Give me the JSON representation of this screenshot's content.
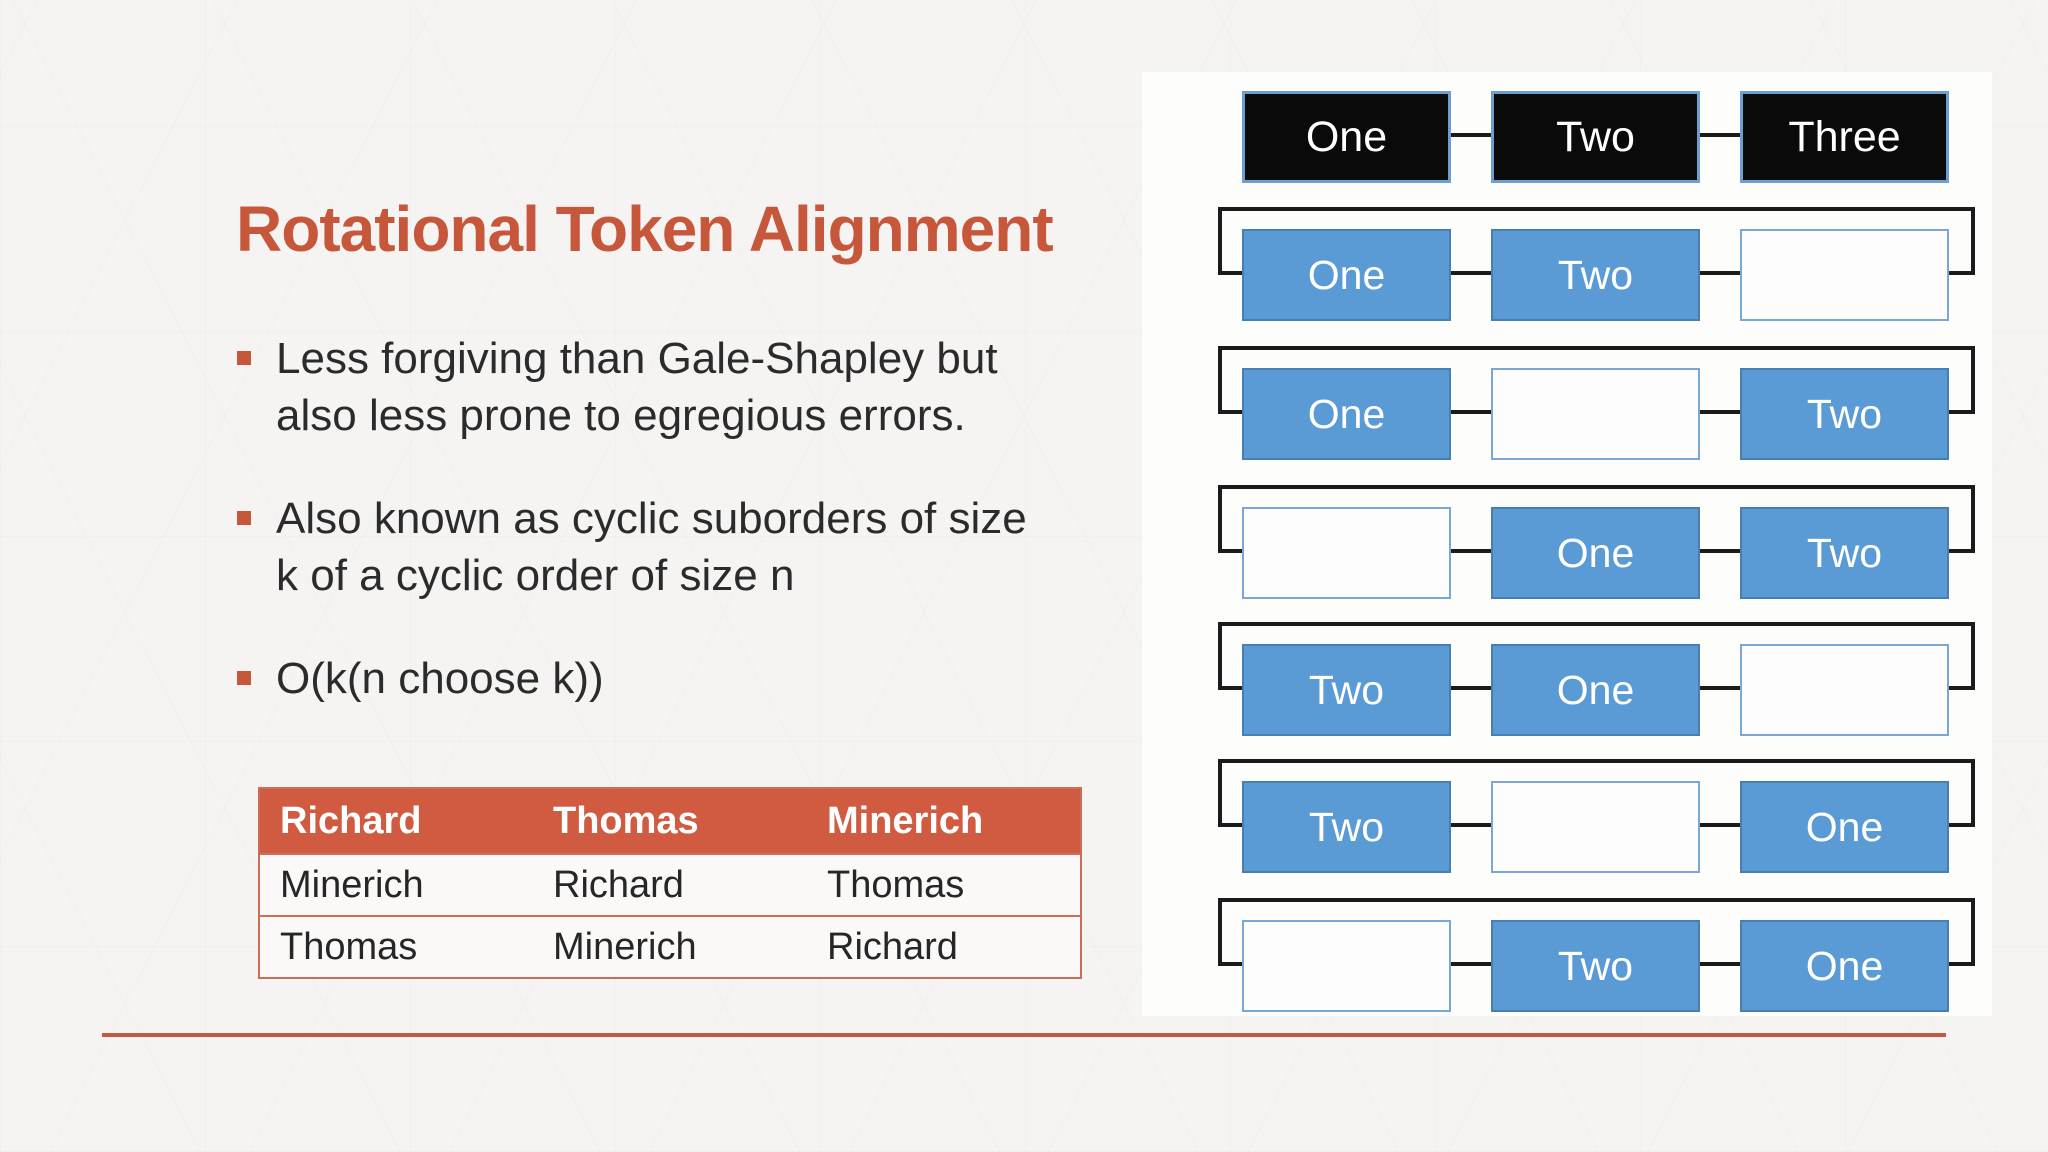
{
  "title": "Rotational Token Alignment",
  "bullets": [
    "Less forgiving than Gale-Shapley but also less prone to egregious errors.",
    "Also known as cyclic suborders of size k of a cyclic order of size n",
    "O(k(n choose k))"
  ],
  "table": {
    "headers": [
      "Richard",
      "Thomas",
      "Minerich"
    ],
    "rows": [
      [
        "Minerich",
        "Richard",
        "Thomas"
      ],
      [
        "Thomas",
        "Minerich",
        "Richard"
      ]
    ]
  },
  "diagram": {
    "rows": [
      {
        "type": "header",
        "wrap": false,
        "cells": [
          "One",
          "Two",
          "Three"
        ]
      },
      {
        "type": "rotation",
        "wrap": true,
        "cells": [
          "One",
          "Two",
          null
        ]
      },
      {
        "type": "rotation",
        "wrap": true,
        "cells": [
          "One",
          null,
          "Two"
        ]
      },
      {
        "type": "rotation",
        "wrap": true,
        "cells": [
          null,
          "One",
          "Two"
        ]
      },
      {
        "type": "rotation",
        "wrap": true,
        "cells": [
          "Two",
          "One",
          null
        ]
      },
      {
        "type": "rotation",
        "wrap": true,
        "cells": [
          "Two",
          null,
          "One"
        ]
      },
      {
        "type": "rotation",
        "wrap": true,
        "cells": [
          null,
          "Two",
          "One"
        ]
      }
    ]
  },
  "accent_colors": {
    "title_text": "#c6573b",
    "bullet_marker": "#c6573b",
    "table_header_bg": "#d05b41",
    "table_border": "#c96f57",
    "underline": "#bf5b45",
    "token_blue": "#5b9bd5",
    "token_black": "#0a0a0a",
    "connector": "#1b1b1b",
    "background": "#f5f4f3"
  }
}
